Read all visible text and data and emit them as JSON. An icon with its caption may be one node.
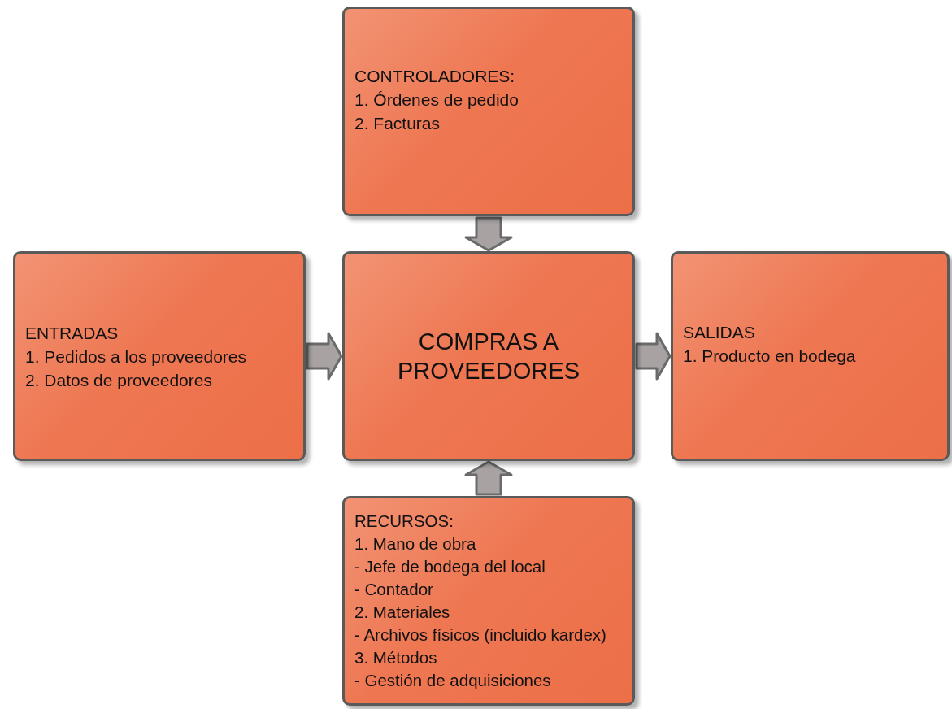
{
  "diagram": {
    "nodes": [
      {
        "text": [
          "CONTROLADORES:",
          "1. Órdenes de pedido",
          "2. Facturas"
        ]
      },
      {
        "text": [
          "ENTRADAS",
          "1. Pedidos a los proveedores",
          "2. Datos de proveedores"
        ]
      },
      {
        "text": [
          "COMPRAS A PROVEEDORES"
        ]
      },
      {
        "text": [
          "SALIDAS",
          "1. Producto en bodega"
        ]
      },
      {
        "text": [
          "RECURSOS:",
          "1. Mano de obra",
          "- Jefe de bodega del local",
          "- Contador",
          "2. Materiales",
          "- Archivos físicos (incluido kardex)",
          "3. Métodos",
          "- Gestión de adquisiciones"
        ]
      }
    ],
    "edges": [
      {
        "from": 0,
        "to": 2,
        "arrow": "to"
      },
      {
        "from": 1,
        "to": 2,
        "arrow": "to"
      },
      {
        "from": 2,
        "to": 3,
        "arrow": "to"
      },
      {
        "from": 4,
        "to": 2,
        "arrow": "to"
      }
    ]
  }
}
